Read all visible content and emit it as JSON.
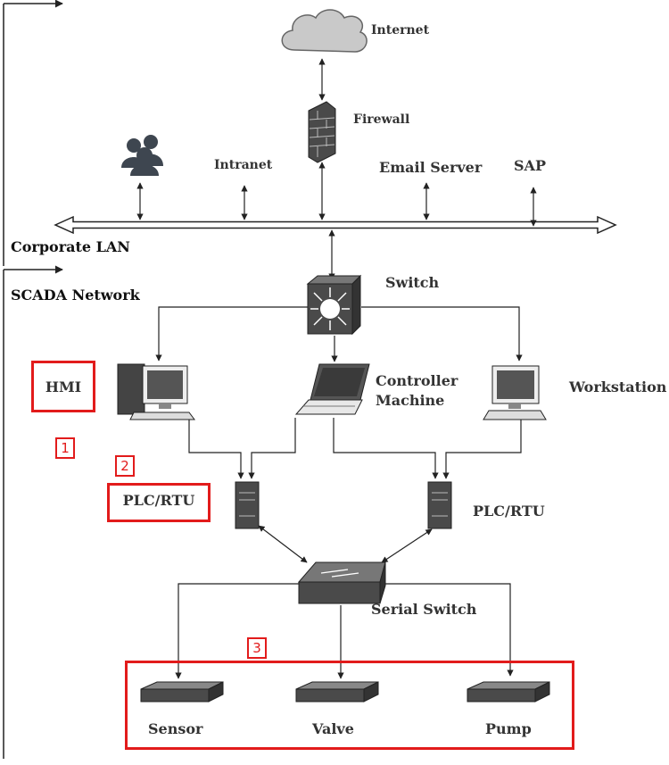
{
  "nodes": {
    "internet": "Internet",
    "firewall": "Firewall",
    "intranet": "Intranet",
    "email_server": "Email Server",
    "sap": "SAP",
    "switch": "Switch",
    "hmi": "HMI",
    "controller_machine": "Controller\nMachine",
    "workstation": "Workstation",
    "plc_rtu_left": "PLC/RTU",
    "plc_rtu_right": "PLC/RTU",
    "serial_switch": "Serial Switch",
    "sensor": "Sensor",
    "valve": "Valve",
    "pump": "Pump"
  },
  "zones": {
    "corporate_lan": "Corporate LAN",
    "scada_network": "SCADA Network"
  },
  "markers": {
    "m1": "1",
    "m2": "2",
    "m3": "3"
  },
  "colors": {
    "highlight": "#e21b1b",
    "line": "#222222",
    "device_dark": "#4a4a4a",
    "cloud": "#c9c9c9"
  }
}
